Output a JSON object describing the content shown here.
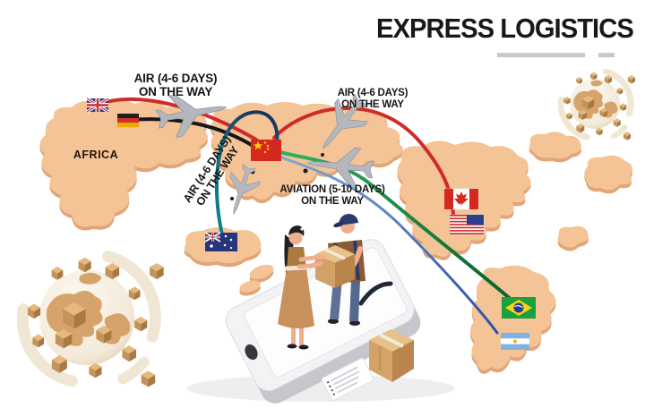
{
  "title": "EXPRESS LOGISTICS",
  "map": {
    "africa_label": "AFRICA"
  },
  "routes": [
    {
      "id": "air-europe-to-china",
      "label_line1": "AIR (4-6 DAYS)",
      "label_line2": "ON THE WAY",
      "color": "#cf2b28"
    },
    {
      "id": "air-china-to-north-america",
      "label_line1": "AIR (4-6 DAYS)",
      "label_line2": "ON THE WAY",
      "color": "#cf2b28"
    },
    {
      "id": "air-china-to-australia",
      "label_line1": "AIR (4-6 DAYS)",
      "label_line2": "ON THE WAY",
      "color": "#0e8093"
    },
    {
      "id": "aviation-china-to-south-america",
      "label_line1": "AVIATION (5-10 DAYS)",
      "label_line2": "ON THE WAY",
      "color": "#1fa455"
    }
  ],
  "colors": {
    "title": "#181818",
    "landmass": "#f4c396",
    "landmass_shadow": "#e0a578",
    "route_red": "#cf2b28",
    "route_black": "#171717",
    "route_teal": "#0e8093",
    "route_green_start": "#2eb45c",
    "route_green_end": "#0a5c2c",
    "route_blue_start": "#7aa9da",
    "route_blue_end": "#2a4fa5",
    "cardboard": "#d2a167",
    "phone_body": "#f3f3f5"
  },
  "icons": {
    "flags": [
      "uk-flag",
      "germany-flag",
      "china-flag",
      "australia-flag",
      "canada-flag",
      "usa-flag",
      "brazil-flag",
      "argentina-flag"
    ],
    "other": [
      "airplane-icon",
      "globe-parcels-icon",
      "smartphone-icon",
      "parcel-box-icon",
      "shipping-checklist-icon"
    ]
  }
}
